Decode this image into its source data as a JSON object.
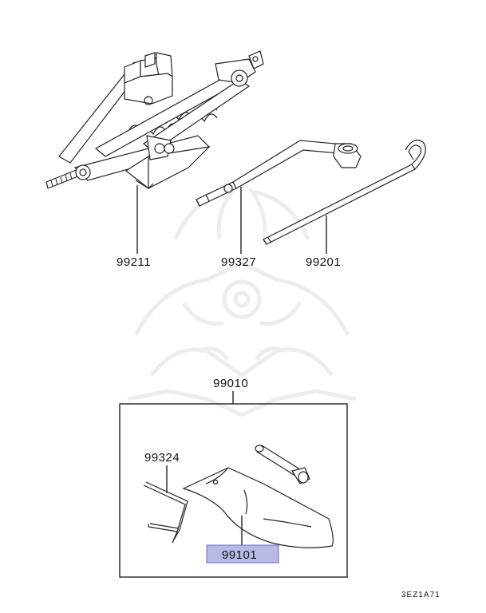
{
  "diagram": {
    "parts": {
      "jack": "99211",
      "handle_wrench": "99327",
      "handle_bar": "99201",
      "tool_kit": "99010",
      "crank_handle": "99324",
      "tool_bag": "99101"
    },
    "figure_code": "3EZ1A71",
    "highlight_color": "#b9b9e8",
    "highlight_border": "#6d6db8"
  }
}
